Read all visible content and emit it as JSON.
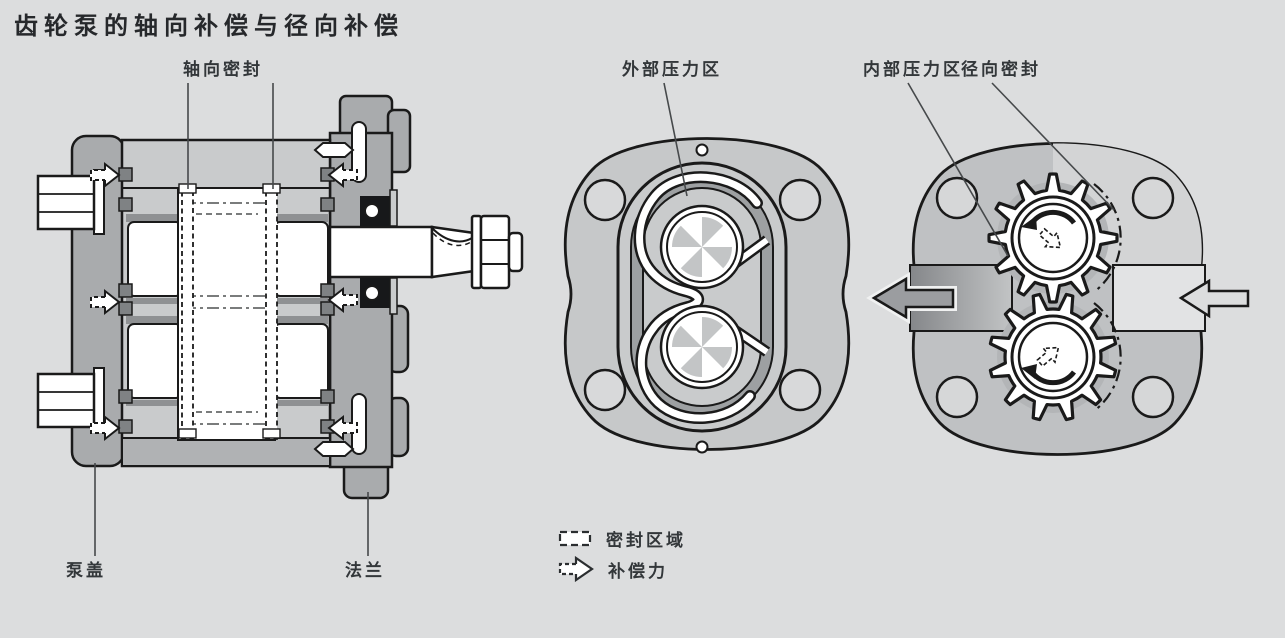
{
  "title": "齿轮泵的轴向补偿与径向补偿",
  "colors": {
    "background": "#dcddde",
    "outline": "#1a1a1a",
    "body_light": "#c9cbcc",
    "body_medium": "#b0b2b4",
    "body_dark": "#a9abad",
    "groove_dark": "#9da0a2",
    "white": "#ffffff",
    "text": "#33373a"
  },
  "cross_section_view": {
    "labels": {
      "axial_seal": "轴向密封",
      "pump_cover": "泵盖",
      "flange": "法兰"
    }
  },
  "end_cover_view": {
    "labels": {
      "outer_pressure_zone": "外部压力区"
    }
  },
  "gear_face_view": {
    "labels": {
      "inner_pressure_zone": "内部压力区",
      "radial_seal": "径向密封"
    }
  },
  "legend": {
    "items": [
      {
        "icon": "dashed-rect-icon",
        "label": "密封区域"
      },
      {
        "icon": "dashed-arrow-icon",
        "label": "补偿力"
      }
    ]
  }
}
